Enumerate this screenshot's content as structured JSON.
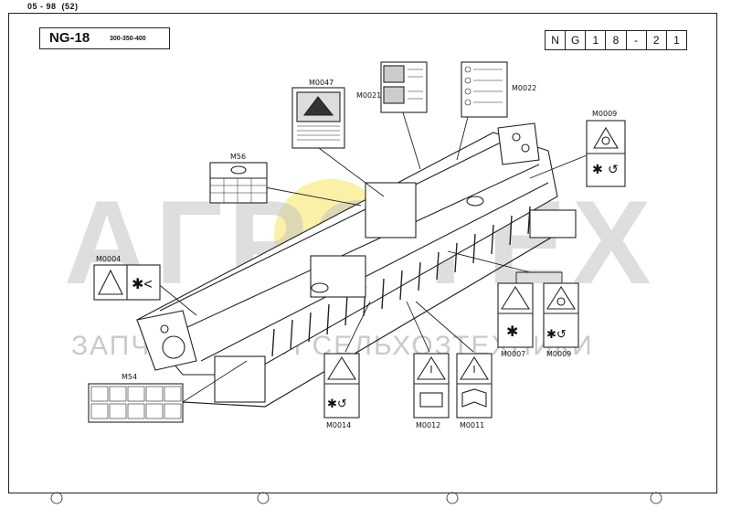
{
  "header": {
    "code": "05 - 98",
    "page": "(52)"
  },
  "title": {
    "model": "NG-18",
    "variants": "300-350-400"
  },
  "drawing_code": [
    "N",
    "G",
    "1",
    "8",
    "-",
    "2",
    "1"
  ],
  "labels": {
    "m0047": "M0047",
    "m0021": "M0021",
    "m0022": "M0022",
    "m0009_top": "M0009",
    "m56": "M56",
    "m0004": "M0004",
    "m54": "M54",
    "m0007": "M0007",
    "m0009_right": "M0009",
    "m0014": "M0014",
    "m0012": "M0012",
    "m0011": "M0011"
  },
  "watermark": {
    "logo": "АГРОТЕХ",
    "subtitle": "ЗАПЧАСТИ ДЛЯ СЕЛЬХОЗТЕХНИКИ"
  },
  "accent_colors": {
    "watermark_sun": "#f3e13a",
    "line": "#222222",
    "watermark_grey": "#c4c4c4"
  }
}
